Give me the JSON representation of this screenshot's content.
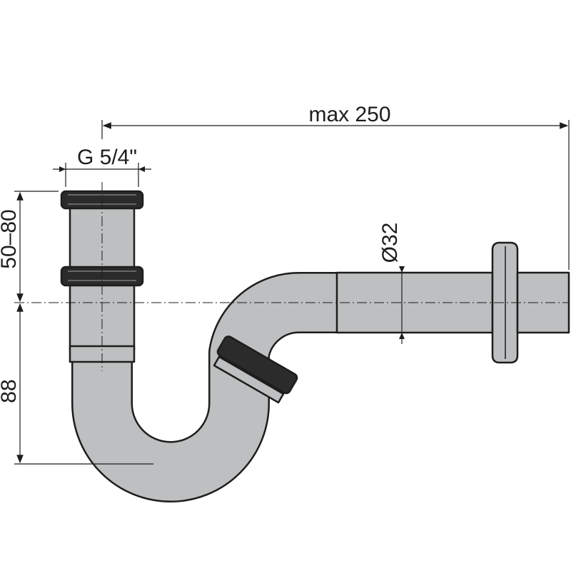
{
  "dimensions": {
    "total_length": "max 250",
    "thread_size": "G 5/4\"",
    "tube_diameter": "Ø32",
    "height_adjust": "50–80",
    "trap_depth": "88"
  },
  "colors": {
    "pipe_fill": "#bdbfc1",
    "pipe_dark": "#a9abae",
    "outline": "#1d1d1b",
    "nut": "#2b2b2b",
    "background": "#ffffff"
  }
}
